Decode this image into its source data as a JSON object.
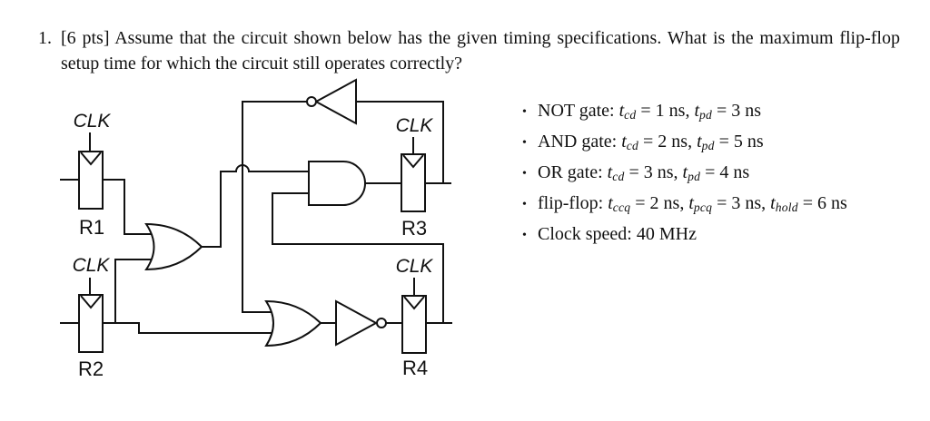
{
  "question": {
    "number": "1.",
    "text": "[6 pts] Assume that the circuit shown below has the given timing specifications. What is the maximum flip-flop setup time for which the circuit still operates correctly?"
  },
  "specs": {
    "bullet": "•",
    "items": [
      {
        "label": "NOT gate",
        "params": [
          {
            "sym": "t",
            "sub": "cd",
            "value": "1 ns"
          },
          {
            "sym": "t",
            "sub": "pd",
            "value": "3 ns"
          }
        ]
      },
      {
        "label": "AND gate",
        "params": [
          {
            "sym": "t",
            "sub": "cd",
            "value": "2 ns"
          },
          {
            "sym": "t",
            "sub": "pd",
            "value": "5 ns"
          }
        ]
      },
      {
        "label": "OR gate",
        "params": [
          {
            "sym": "t",
            "sub": "cd",
            "value": "3 ns"
          },
          {
            "sym": "t",
            "sub": "pd",
            "value": "4 ns"
          }
        ]
      },
      {
        "label": "flip-flop",
        "params": [
          {
            "sym": "t",
            "sub": "ccq",
            "value": "2 ns"
          },
          {
            "sym": "t",
            "sub": "pcq",
            "value": "3 ns"
          },
          {
            "sym": "t",
            "sub": "hold",
            "value": "6 ns"
          }
        ]
      },
      {
        "label": "Clock speed",
        "params": [],
        "plain": "40 MHz"
      }
    ]
  },
  "circuit": {
    "clk_label": "CLK",
    "registers": [
      "R1",
      "R2",
      "R3",
      "R4"
    ],
    "line_color": "#111111"
  }
}
